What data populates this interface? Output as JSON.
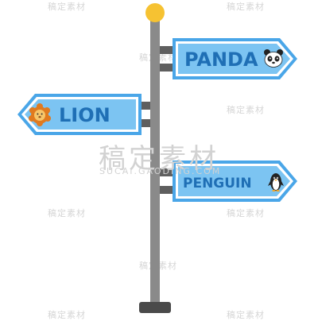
{
  "signpost": {
    "signs": [
      {
        "label": "PANDA",
        "direction": "right",
        "icon": "panda-icon"
      },
      {
        "label": "LION",
        "direction": "left",
        "icon": "lion-icon"
      },
      {
        "label": "PENGUIN",
        "direction": "right",
        "icon": "penguin-icon"
      }
    ],
    "colors": {
      "pole": "#8a8a8a",
      "pole_cap": "#f6c232",
      "pole_base": "#4a4a4a",
      "sign_fill": "#7cc4f2",
      "sign_border": "#4aa6e8",
      "sign_inner_border": "#ffffff",
      "label": "#1f6fb5",
      "bracket": "#5f5f5f"
    }
  },
  "watermark": {
    "main": "稿定素材",
    "sub": "SUCAI.GAODING.COM",
    "tile": "稿定素材"
  }
}
